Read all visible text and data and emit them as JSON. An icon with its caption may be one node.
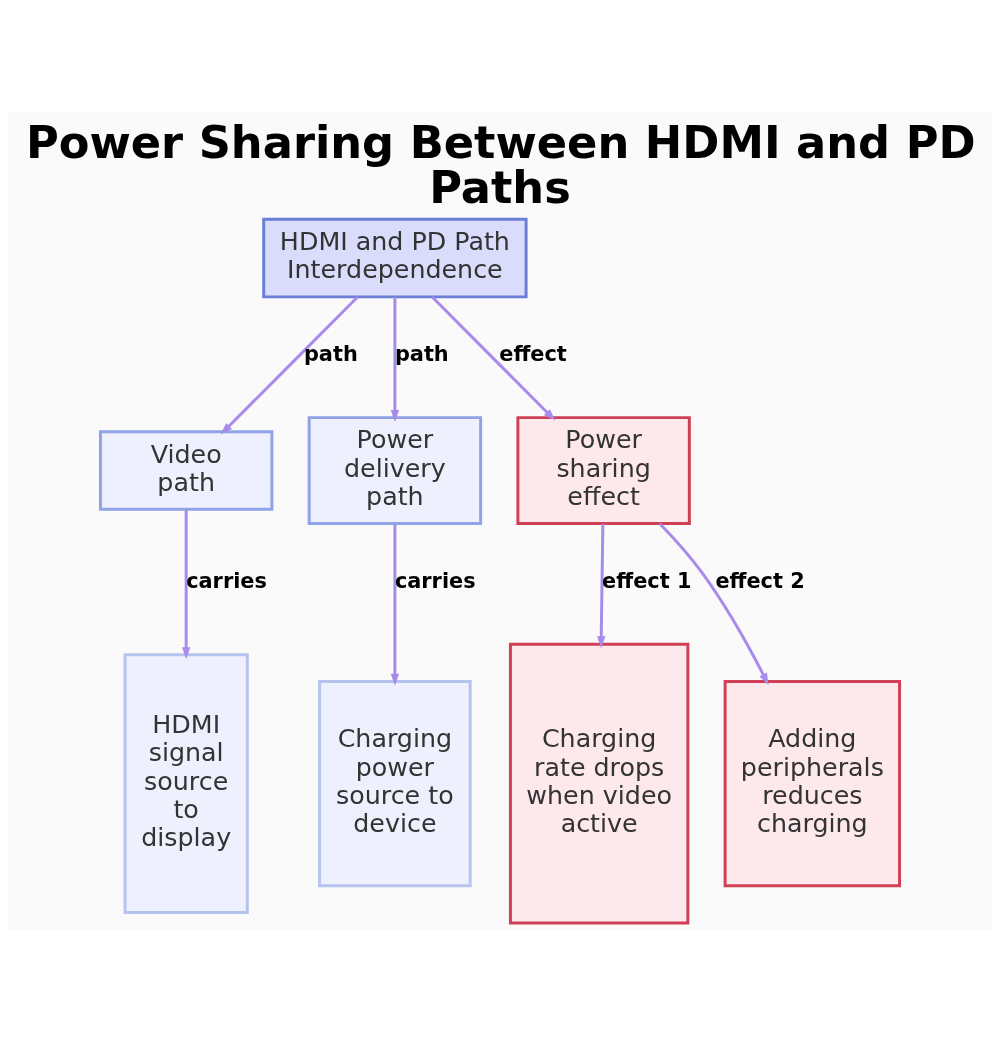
{
  "diagram": {
    "title": "Power Sharing Between HDMI and PD Paths",
    "nodes": [
      {
        "text": [
          "HDMI and PD Path Interdependence"
        ]
      },
      {
        "text": [
          "Video path"
        ]
      },
      {
        "text": [
          "Power delivery path"
        ]
      },
      {
        "text": [
          "Power sharing effect"
        ]
      },
      {
        "text": [
          "HDMI signal source to display"
        ]
      },
      {
        "text": [
          "Charging power source to device"
        ]
      },
      {
        "text": [
          "Charging rate drops when video active"
        ]
      },
      {
        "text": [
          "Adding peripherals reduces charging"
        ]
      }
    ],
    "edges": [
      {
        "from": 0,
        "to": 1,
        "arrow": "to",
        "label": "path"
      },
      {
        "from": 0,
        "to": 2,
        "arrow": "to",
        "label": "path"
      },
      {
        "from": 0,
        "to": 3,
        "arrow": "to",
        "label": "effect"
      },
      {
        "from": 1,
        "to": 4,
        "arrow": "to",
        "label": "carries"
      },
      {
        "from": 2,
        "to": 5,
        "arrow": "to",
        "label": "carries"
      },
      {
        "from": 3,
        "to": 6,
        "arrow": "to",
        "label": "effect 1"
      },
      {
        "from": 3,
        "to": 7,
        "arrow": "to",
        "label": "effect 2"
      }
    ]
  }
}
